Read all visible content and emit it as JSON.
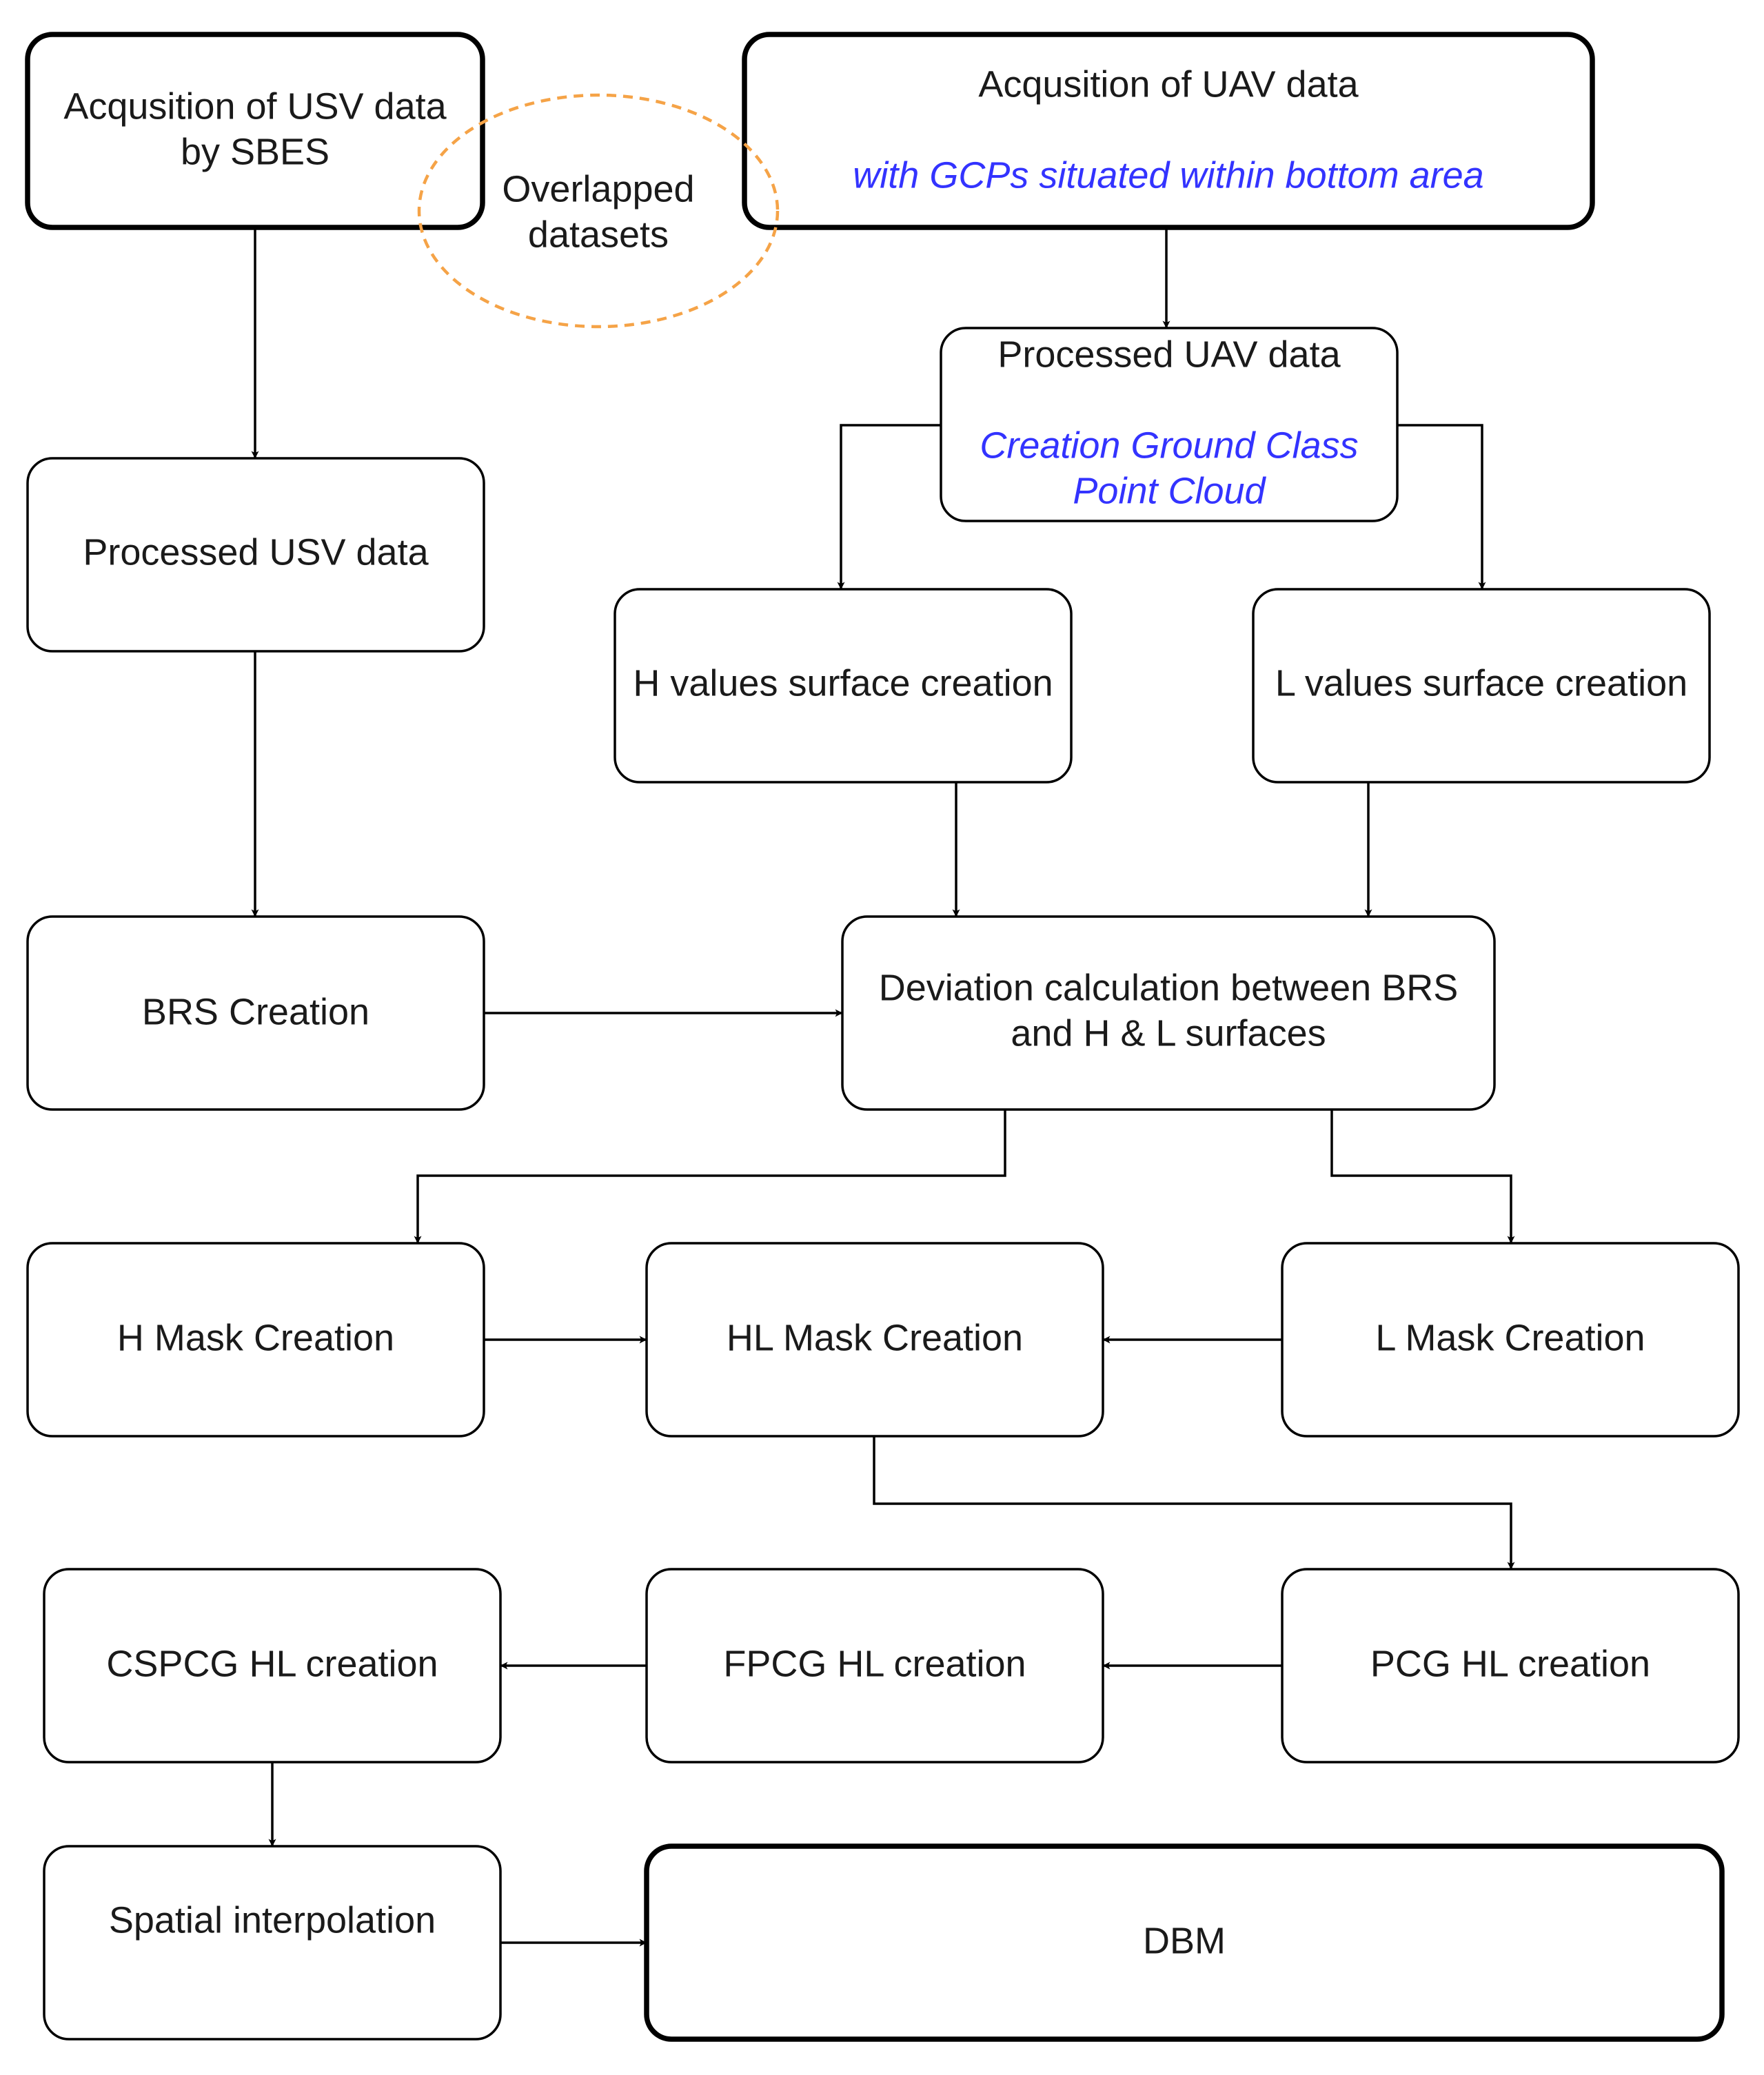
{
  "colors": {
    "text": "#1a1a1a",
    "accent_text": "#3333ff",
    "overlap_outline": "#f5a347",
    "line": "#000000"
  },
  "overlap_note": {
    "lines": [
      "Overlapped",
      "datasets"
    ]
  },
  "nodes": {
    "usv_acquisition": {
      "lines": [
        "Acqusition of USV data",
        "by SBES"
      ]
    },
    "uav_acquisition": {
      "lines": [
        "Acqusition of UAV data"
      ],
      "sublines": [
        "with GCPs situated within bottom area"
      ]
    },
    "uav_processed": {
      "lines": [
        "Processed UAV data"
      ],
      "sublines": [
        "Creation Ground Class",
        "Point Cloud"
      ]
    },
    "usv_processed": {
      "lines": [
        "Processed USV data"
      ]
    },
    "h_surface": {
      "lines": [
        "H values surface creation"
      ]
    },
    "l_surface": {
      "lines": [
        "L values surface creation"
      ]
    },
    "brs_creation": {
      "lines": [
        "BRS Creation"
      ]
    },
    "deviation": {
      "lines": [
        "Deviation calculation between BRS",
        "and H & L surfaces"
      ]
    },
    "h_mask": {
      "lines": [
        "H Mask Creation"
      ]
    },
    "hl_mask": {
      "lines": [
        "HL Mask Creation"
      ]
    },
    "l_mask": {
      "lines": [
        "L Mask Creation"
      ]
    },
    "cspcg_hl": {
      "lines": [
        "CSPCG HL creation"
      ]
    },
    "fpcg_hl": {
      "lines": [
        "FPCG HL creation"
      ]
    },
    "pcg_hl": {
      "lines": [
        "PCG HL creation"
      ]
    },
    "spatial_interp": {
      "lines": [
        "Spatial interpolation"
      ]
    },
    "dbm": {
      "lines": [
        "DBM"
      ]
    }
  },
  "edges": [
    {
      "from": "usv_acquisition",
      "to": "usv_processed"
    },
    {
      "from": "uav_acquisition",
      "to": "uav_processed"
    },
    {
      "from": "uav_processed",
      "to": "h_surface"
    },
    {
      "from": "uav_processed",
      "to": "l_surface"
    },
    {
      "from": "usv_processed",
      "to": "brs_creation"
    },
    {
      "from": "h_surface",
      "to": "deviation"
    },
    {
      "from": "l_surface",
      "to": "deviation"
    },
    {
      "from": "brs_creation",
      "to": "deviation"
    },
    {
      "from": "deviation",
      "to": "h_mask"
    },
    {
      "from": "deviation",
      "to": "l_mask"
    },
    {
      "from": "h_mask",
      "to": "hl_mask"
    },
    {
      "from": "l_mask",
      "to": "hl_mask"
    },
    {
      "from": "hl_mask",
      "to": "pcg_hl"
    },
    {
      "from": "pcg_hl",
      "to": "fpcg_hl"
    },
    {
      "from": "fpcg_hl",
      "to": "cspcg_hl"
    },
    {
      "from": "cspcg_hl",
      "to": "spatial_interp"
    },
    {
      "from": "spatial_interp",
      "to": "dbm"
    }
  ]
}
